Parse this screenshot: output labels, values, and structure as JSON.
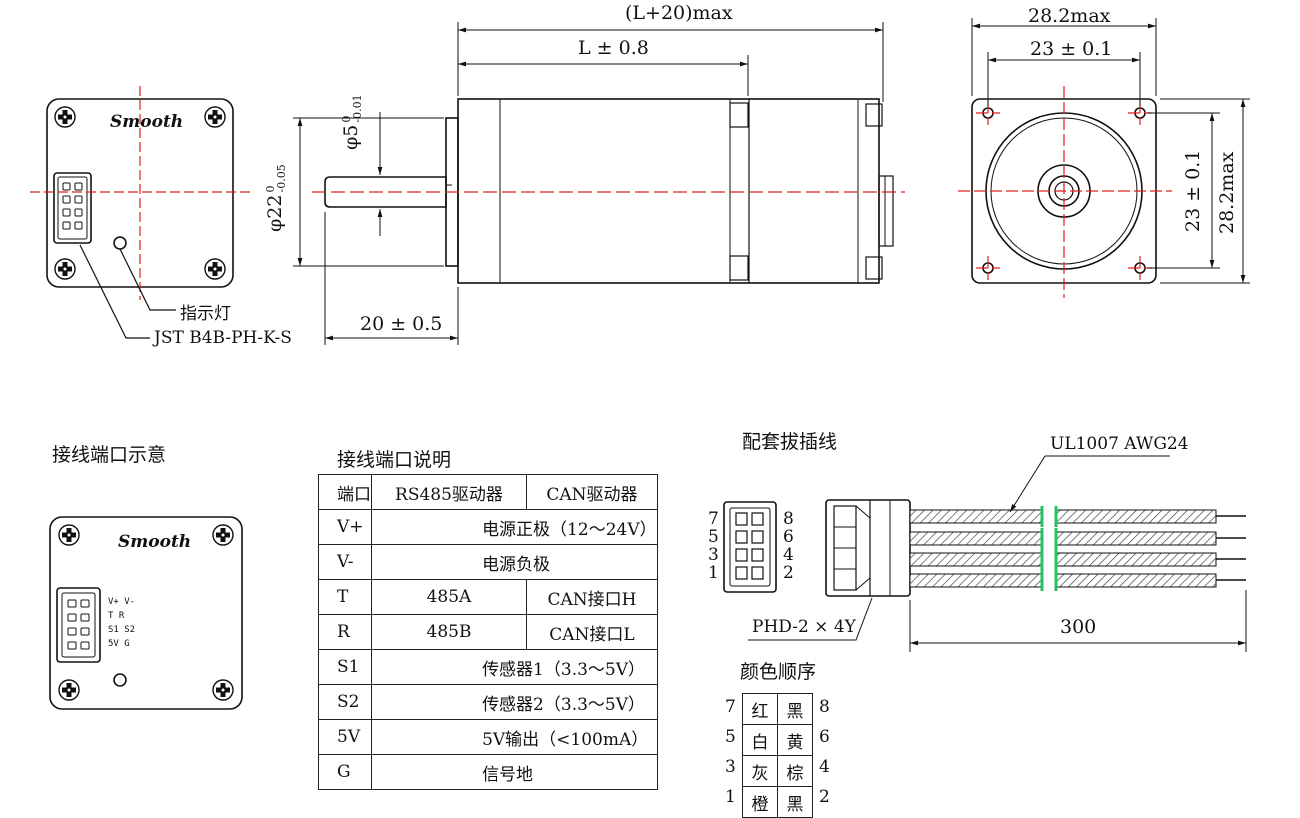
{
  "dimensions": {
    "overall_length": "(L+20)max",
    "body_length": "L ± 0.8",
    "shaft_length": "20 ± 0.5",
    "flange_width_max": "28.2max",
    "hole_spacing_h": "23 ± 0.1",
    "hole_spacing_v": "23 ± 0.1",
    "flange_height_max": "28.2max",
    "shaft_dia": "φ5",
    "shaft_dia_tol_upper": "0",
    "shaft_dia_tol_lower": "-0.01",
    "pilot_dia": "φ22",
    "pilot_dia_tol_upper": "0",
    "pilot_dia_tol_lower": "-0.05"
  },
  "callouts": {
    "indicator": "指示灯",
    "connector": "JST B4B-PH-K-S",
    "cable": "UL1007 AWG24",
    "plug": "PHD-2 × 4Y",
    "cable_length": "300"
  },
  "brand": "Smooth",
  "sections": {
    "wiring_port": "接线端口示意",
    "port_description": "接线端口说明",
    "mating_cable": "配套拔插线",
    "color_order": "颜色顺序"
  },
  "port_pin_labels": [
    "V+ V-",
    "T  R",
    "S1 S2",
    "5V G"
  ],
  "plug_pin_numbers": {
    "left": [
      "7",
      "5",
      "3",
      "1"
    ],
    "right": [
      "8",
      "6",
      "4",
      "2"
    ]
  },
  "port_table": {
    "headers": [
      "端口",
      "RS485驱动器",
      "CAN驱动器"
    ],
    "rows": [
      {
        "port": "V+",
        "merged": "电源正极（12～24V）"
      },
      {
        "port": "V-",
        "merged": "电源负极"
      },
      {
        "port": "T",
        "rs485": "485A",
        "can": "CAN接口H"
      },
      {
        "port": "R",
        "rs485": "485B",
        "can": "CAN接口L"
      },
      {
        "port": "S1",
        "merged": "传感器1（3.3～5V）"
      },
      {
        "port": "S2",
        "merged": "传感器2（3.3～5V）"
      },
      {
        "port": "5V",
        "merged": "5V输出（<100mA）"
      },
      {
        "port": "G",
        "merged": "信号地"
      }
    ]
  },
  "color_table": [
    {
      "left_pin": "7",
      "left": "红",
      "right": "黑",
      "right_pin": "8"
    },
    {
      "left_pin": "5",
      "left": "白",
      "right": "黄",
      "right_pin": "6"
    },
    {
      "left_pin": "3",
      "left": "灰",
      "right": "棕",
      "right_pin": "4"
    },
    {
      "left_pin": "1",
      "left": "橙",
      "right": "黑",
      "right_pin": "2"
    }
  ],
  "colors": {
    "centerline": "#e0201e",
    "break_mark": "#22c55e",
    "line": "#111111"
  }
}
